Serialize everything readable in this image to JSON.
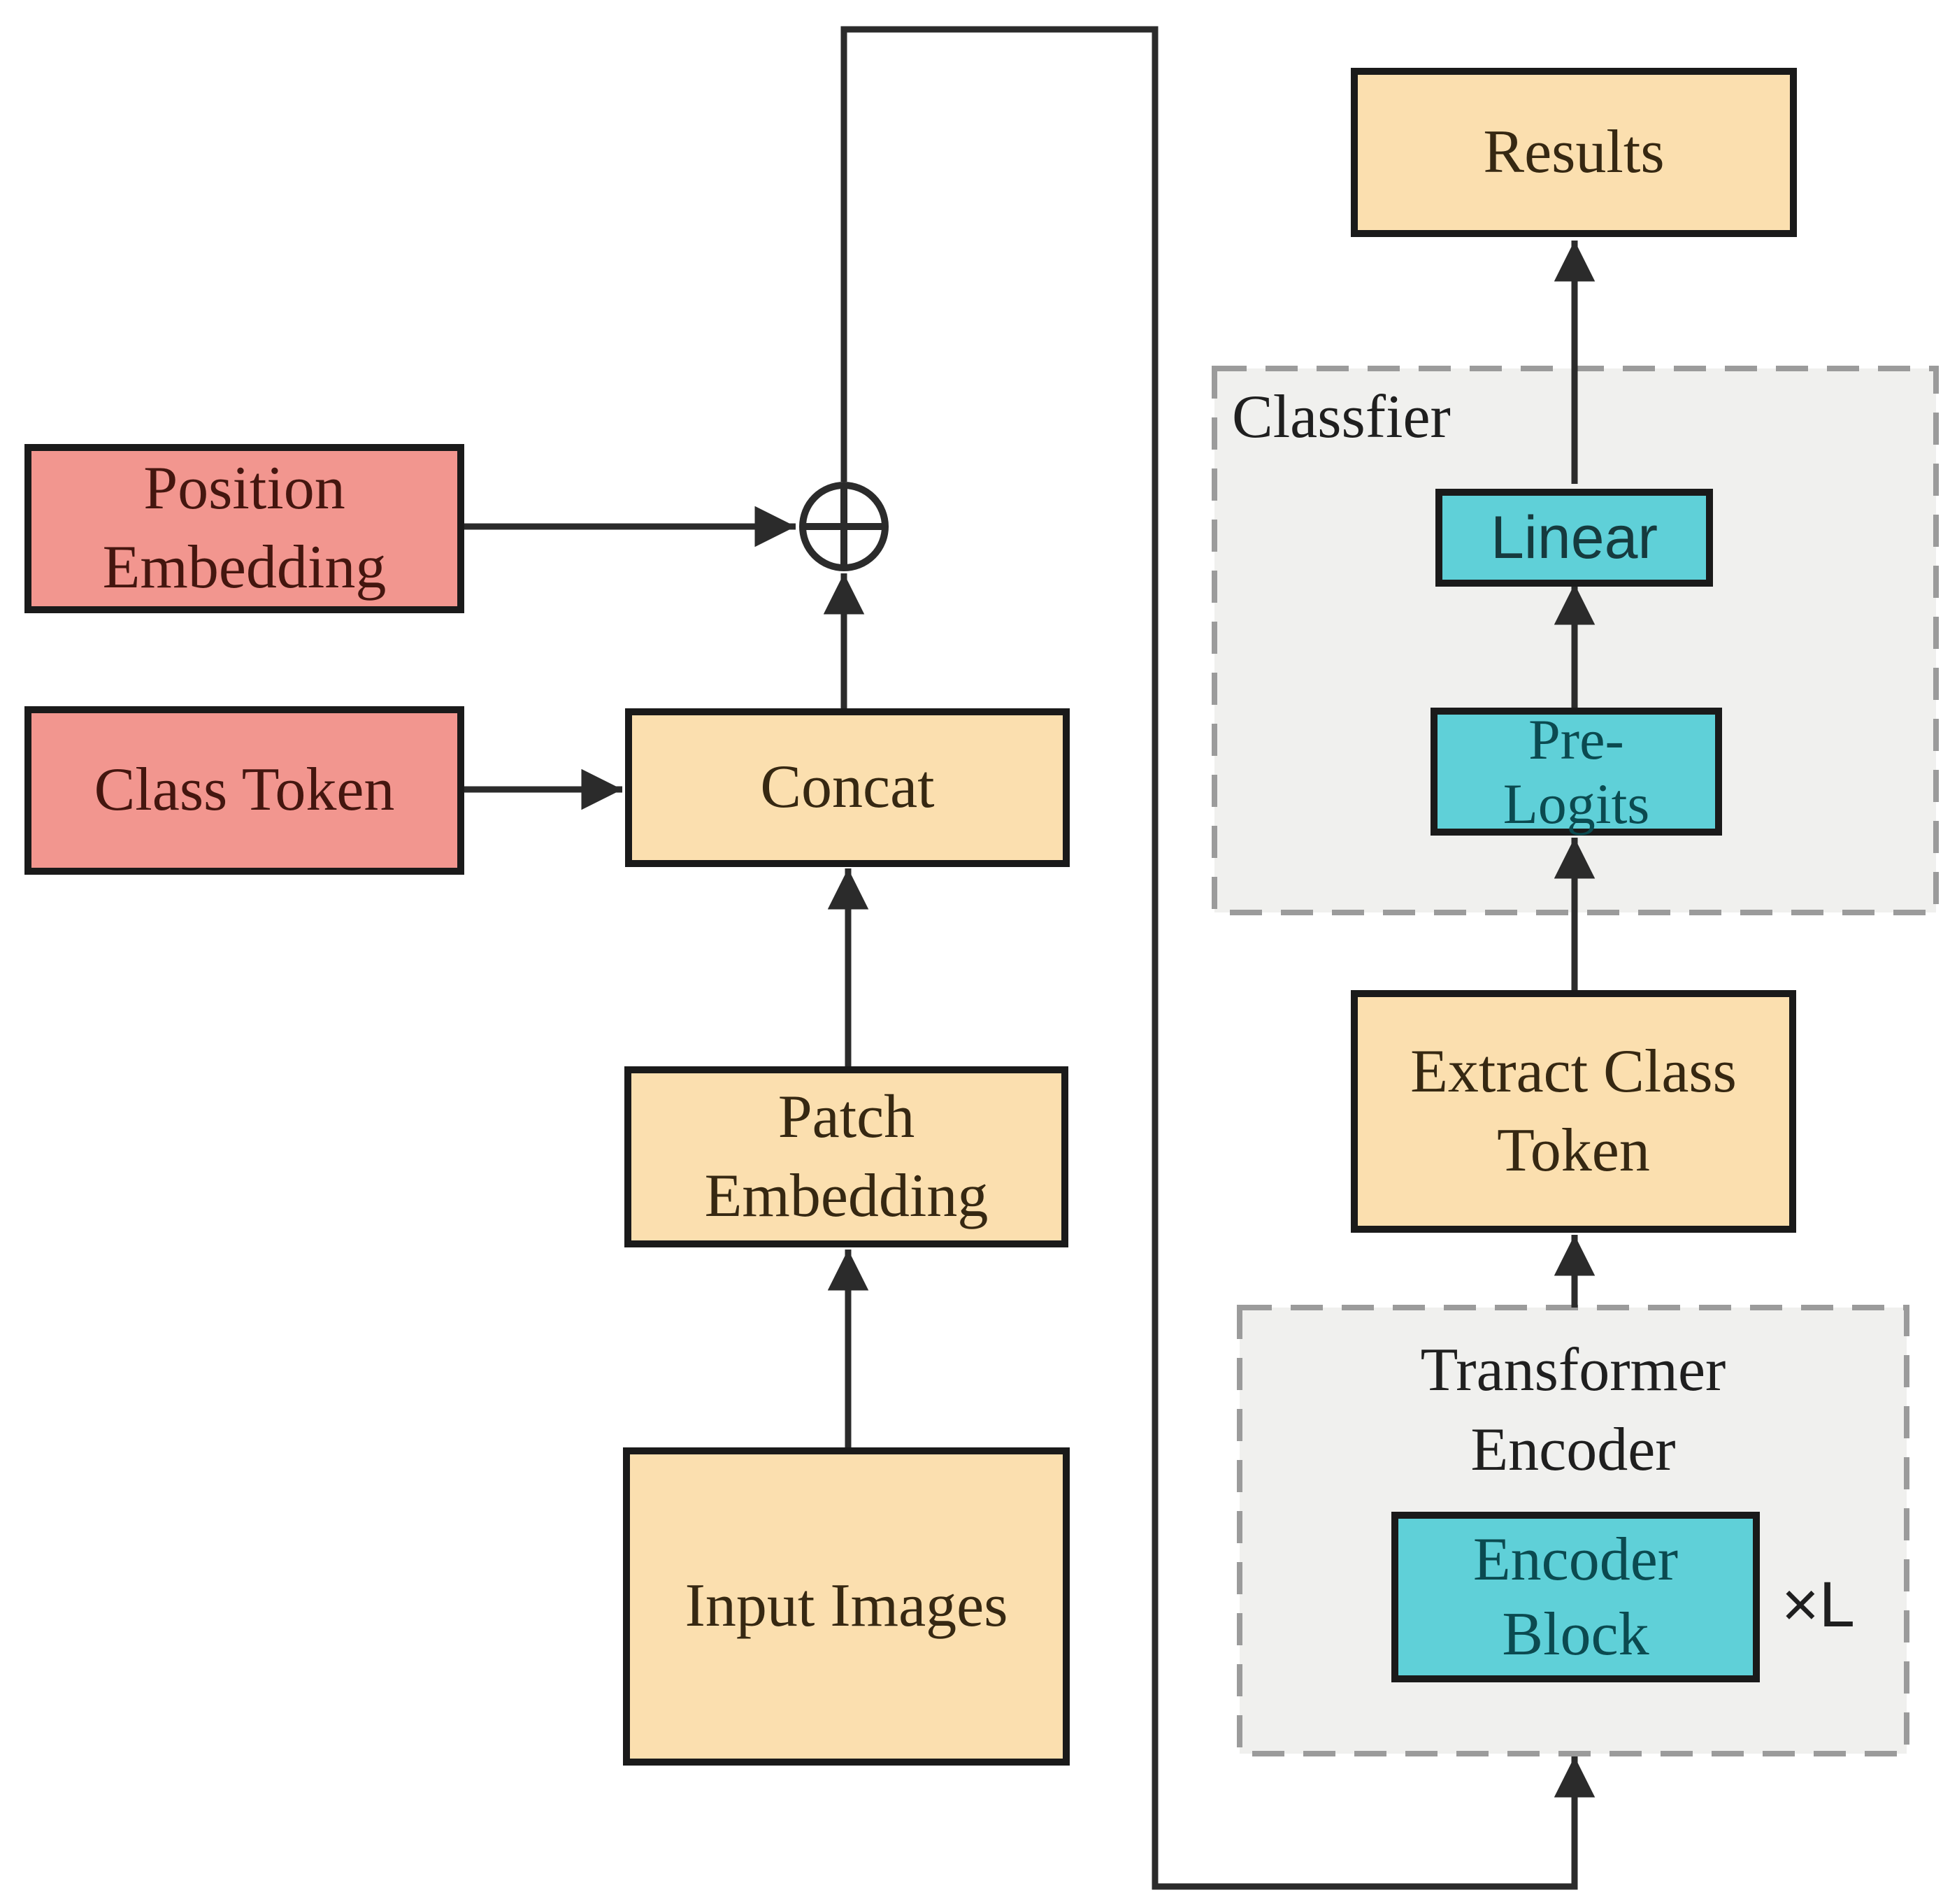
{
  "colors": {
    "box_orange": "#FBDFAF",
    "box_pink": "#F2968F",
    "box_cyan": "#5FD0D8",
    "panel_gray": "#F0F0EE",
    "border_dark": "#1A1A1A",
    "dash_gray": "#9B9B9B",
    "line_dark": "#2B2B2B",
    "text_brown": "#362812",
    "text_maroon": "#44160F",
    "text_teal": "#0B4A50",
    "text_dark": "#1F1F1F"
  },
  "nodes": {
    "position_embedding": "Position\nEmbedding",
    "class_token": "Class Token",
    "concat": "Concat",
    "patch_embedding": "Patch\nEmbedding",
    "input_images": "Input Images",
    "results": "Results",
    "linear": "Linear",
    "pre_logits": "Pre-\nLogits",
    "extract_class_token": "Extract Class\nToken",
    "encoder_block": "Encoder\nBlock"
  },
  "panels": {
    "classifier_label": "Classfier",
    "transformer_encoder_label": "Transformer\nEncoder",
    "repeat_label": "×L"
  },
  "icons": {
    "add_operator": "circled-plus"
  }
}
